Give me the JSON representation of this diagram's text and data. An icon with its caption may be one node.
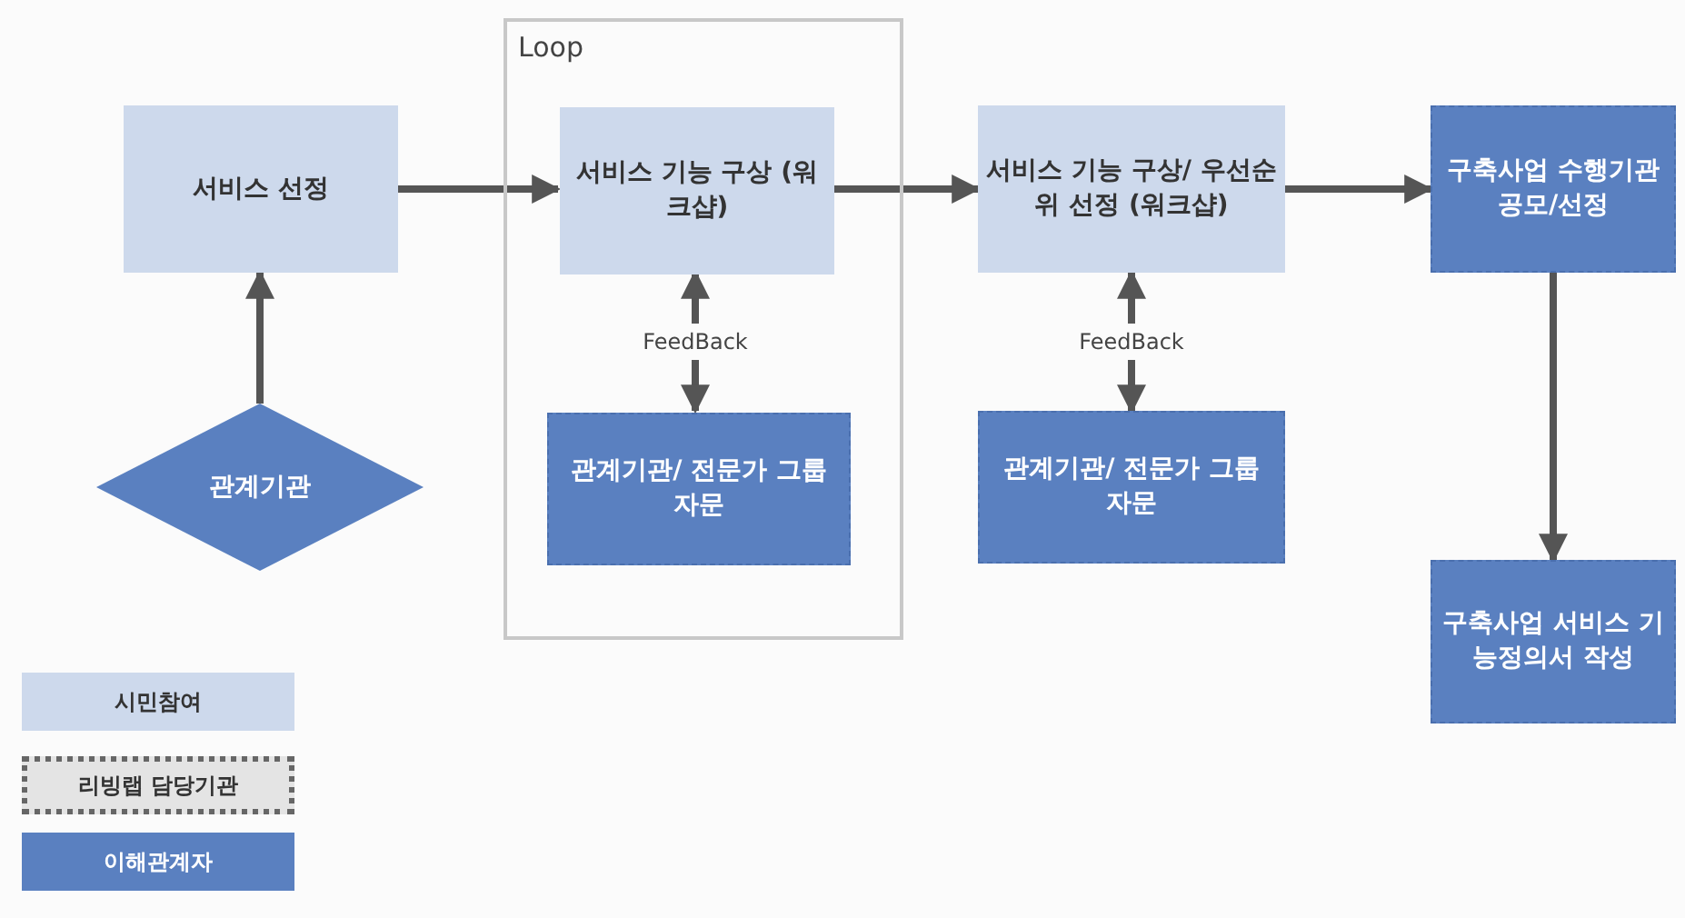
{
  "diagram": {
    "nodes": [
      {
        "text": [
          "서비스 선정"
        ]
      },
      {
        "text": [
          "관계기관"
        ]
      },
      {
        "text": [
          "Loop"
        ]
      },
      {
        "text": [
          "서비스 기능 구상 (워크샵)"
        ],
        "in": 2
      },
      {
        "text": [
          "관계기관/ 전문가 그룹 자문"
        ],
        "in": 2
      },
      {
        "text": [
          "서비스 기능 구상/ 우선순위 선정 (워크샵)"
        ]
      },
      {
        "text": [
          "관계기관/ 전문가 그룹 자문"
        ]
      },
      {
        "text": [
          "구축사업 수행기관 공모/선정"
        ]
      },
      {
        "text": [
          "구축사업 서비스 기능정의서 작성"
        ]
      }
    ],
    "edges": [
      {
        "from": 0,
        "to": 3,
        "arrow": "to"
      },
      {
        "from": 1,
        "to": 0,
        "arrow": "to"
      },
      {
        "from": 3,
        "to": 5,
        "arrow": "to"
      },
      {
        "from": 5,
        "to": 7,
        "arrow": "to"
      },
      {
        "from": 7,
        "to": 8,
        "arrow": "to"
      },
      {
        "from": 3,
        "to": 4,
        "arrow": "both",
        "label": "FeedBack"
      },
      {
        "from": 5,
        "to": 6,
        "arrow": "both",
        "label": "FeedBack"
      }
    ],
    "legend": [
      {
        "text": "시민참여",
        "color": "#cdd9ec"
      },
      {
        "text": "리빙랩 담당기관"
      },
      {
        "text": "이해관계자",
        "color": "#5a80c0"
      }
    ]
  }
}
